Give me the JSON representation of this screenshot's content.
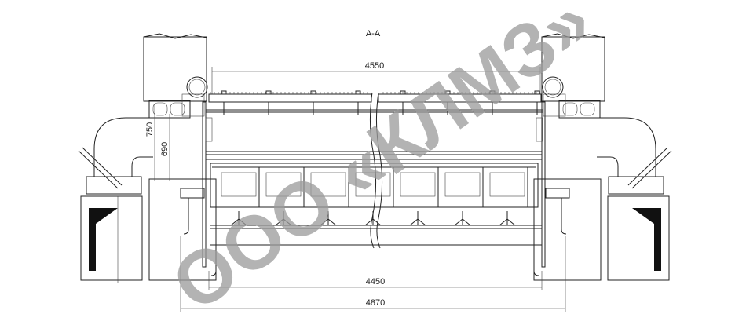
{
  "drawing": {
    "section_label": "A-A",
    "dimensions": {
      "top_width": "4550",
      "inner_width": "4450",
      "outer_width": "4870",
      "height_total": "750",
      "height_inner": "690"
    },
    "watermark": "ООО «КЛМЗ»"
  }
}
